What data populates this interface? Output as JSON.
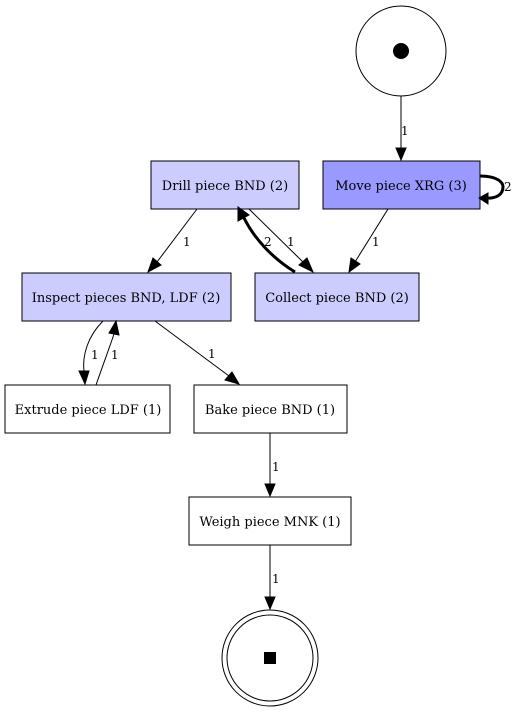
{
  "nodes": {
    "start": {
      "icon": "start-dot-icon"
    },
    "end": {
      "icon": "end-square-icon"
    },
    "drill": {
      "label": "Drill piece BND (2)",
      "fill": "#ccccff"
    },
    "move": {
      "label": "Move piece XRG (3)",
      "fill": "#9999ff"
    },
    "inspect": {
      "label": "Inspect pieces BND, LDF (2)",
      "fill": "#ccccff"
    },
    "collect": {
      "label": "Collect piece BND (2)",
      "fill": "#ccccff"
    },
    "extrude": {
      "label": "Extrude piece LDF (1)",
      "fill": "#ffffff"
    },
    "bake": {
      "label": "Bake piece BND (1)",
      "fill": "#ffffff"
    },
    "weigh": {
      "label": "Weigh piece MNK (1)",
      "fill": "#ffffff"
    }
  },
  "edges": {
    "start_move": "1",
    "move_move": "2",
    "move_collect": "1",
    "drill_inspect": "1",
    "drill_collect": "1",
    "collect_drill": "2",
    "inspect_extrude": "1",
    "extrude_inspect": "1",
    "inspect_bake": "1",
    "bake_weigh": "1",
    "weigh_end": "1"
  }
}
